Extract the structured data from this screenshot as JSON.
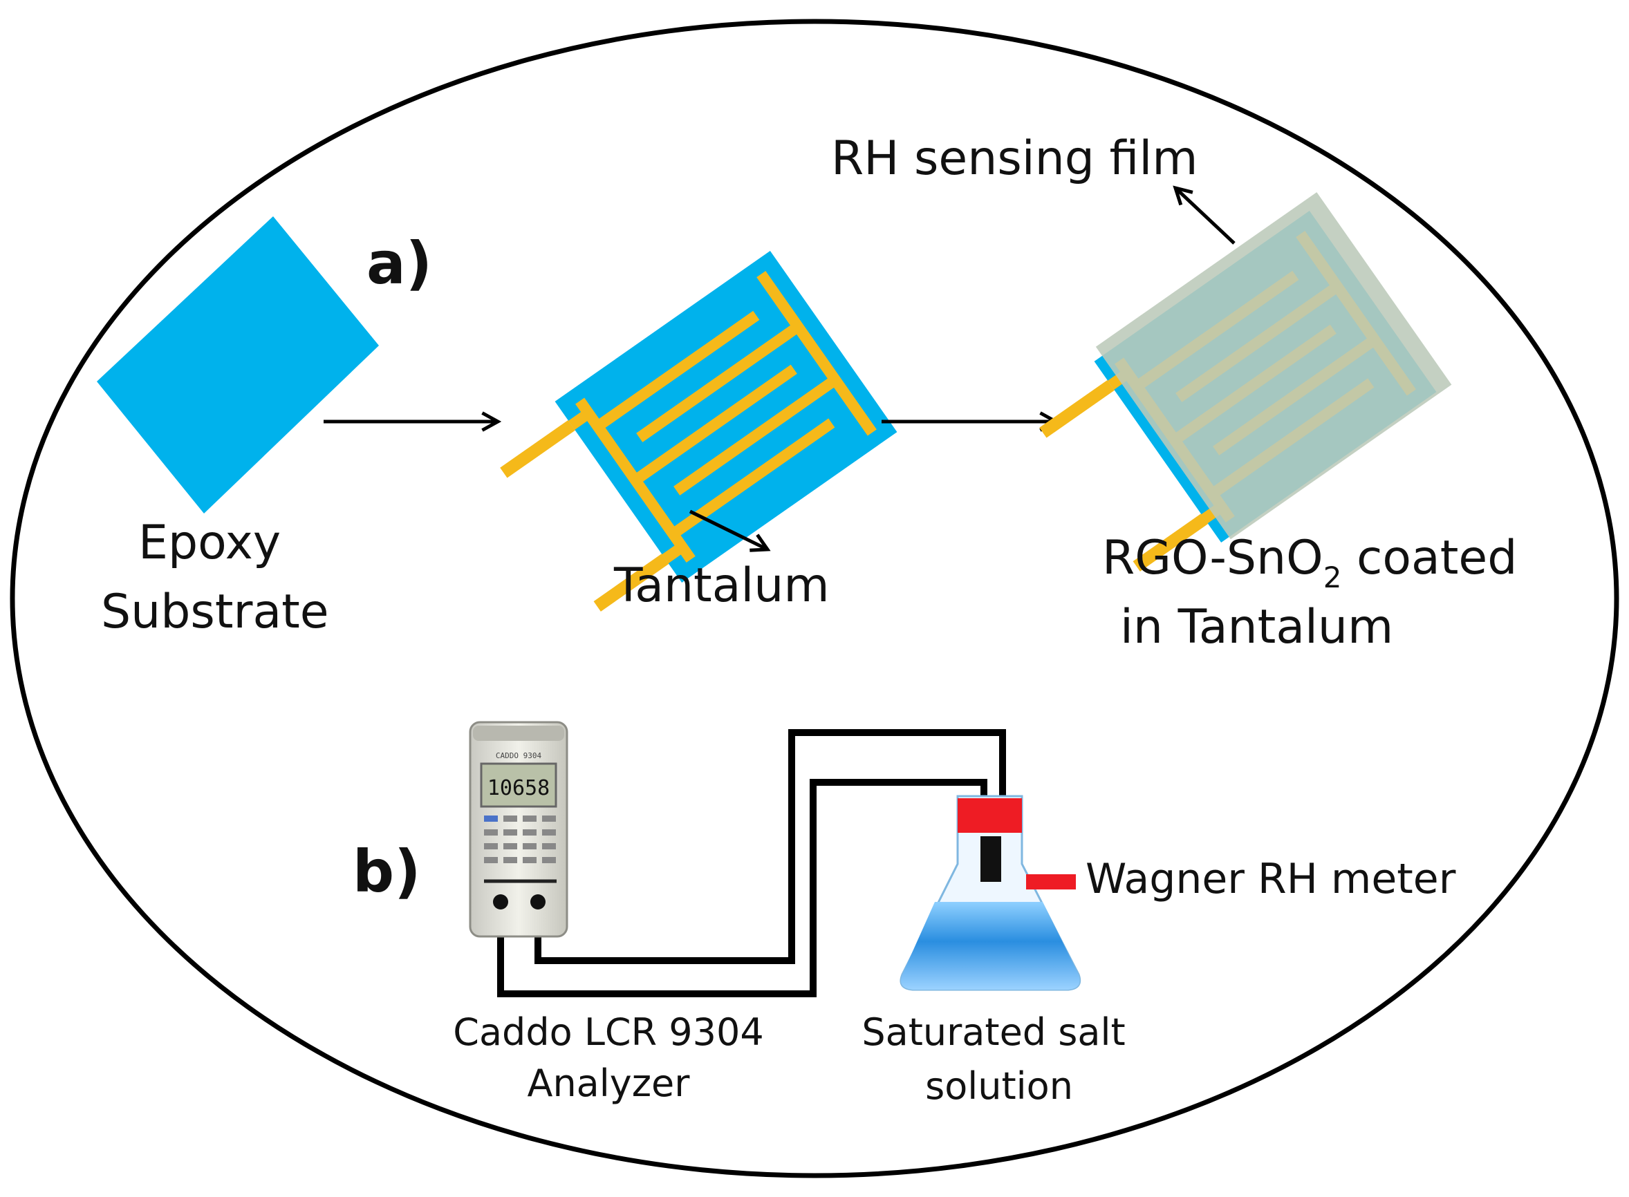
{
  "panels": {
    "a": "a)",
    "b": "b)"
  },
  "labels": {
    "epoxy_line1": "Epoxy",
    "epoxy_line2": "Substrate",
    "tantalum": "Tantalum",
    "rh_sensing_film": "RH sensing film",
    "rgo_line1_pre": "RGO-SnO",
    "rgo_line1_sub": "2",
    "rgo_line1_post": " coated",
    "rgo_line2": "in Tantalum",
    "analyzer_line1": "Caddo LCR 9304",
    "analyzer_line2": "Analyzer",
    "wagner": "Wagner RH meter",
    "salt_line1": "Saturated salt",
    "salt_line2": "solution"
  },
  "meter": {
    "display": "10658",
    "brand": "CADDO 9304"
  },
  "colors": {
    "substrate": "#00b2ec",
    "electrode": "#f5b91a",
    "film": "#bcc9b9",
    "stopper": "#ee1c24",
    "liquid": "#2a8ee0",
    "outline": "#000000"
  }
}
